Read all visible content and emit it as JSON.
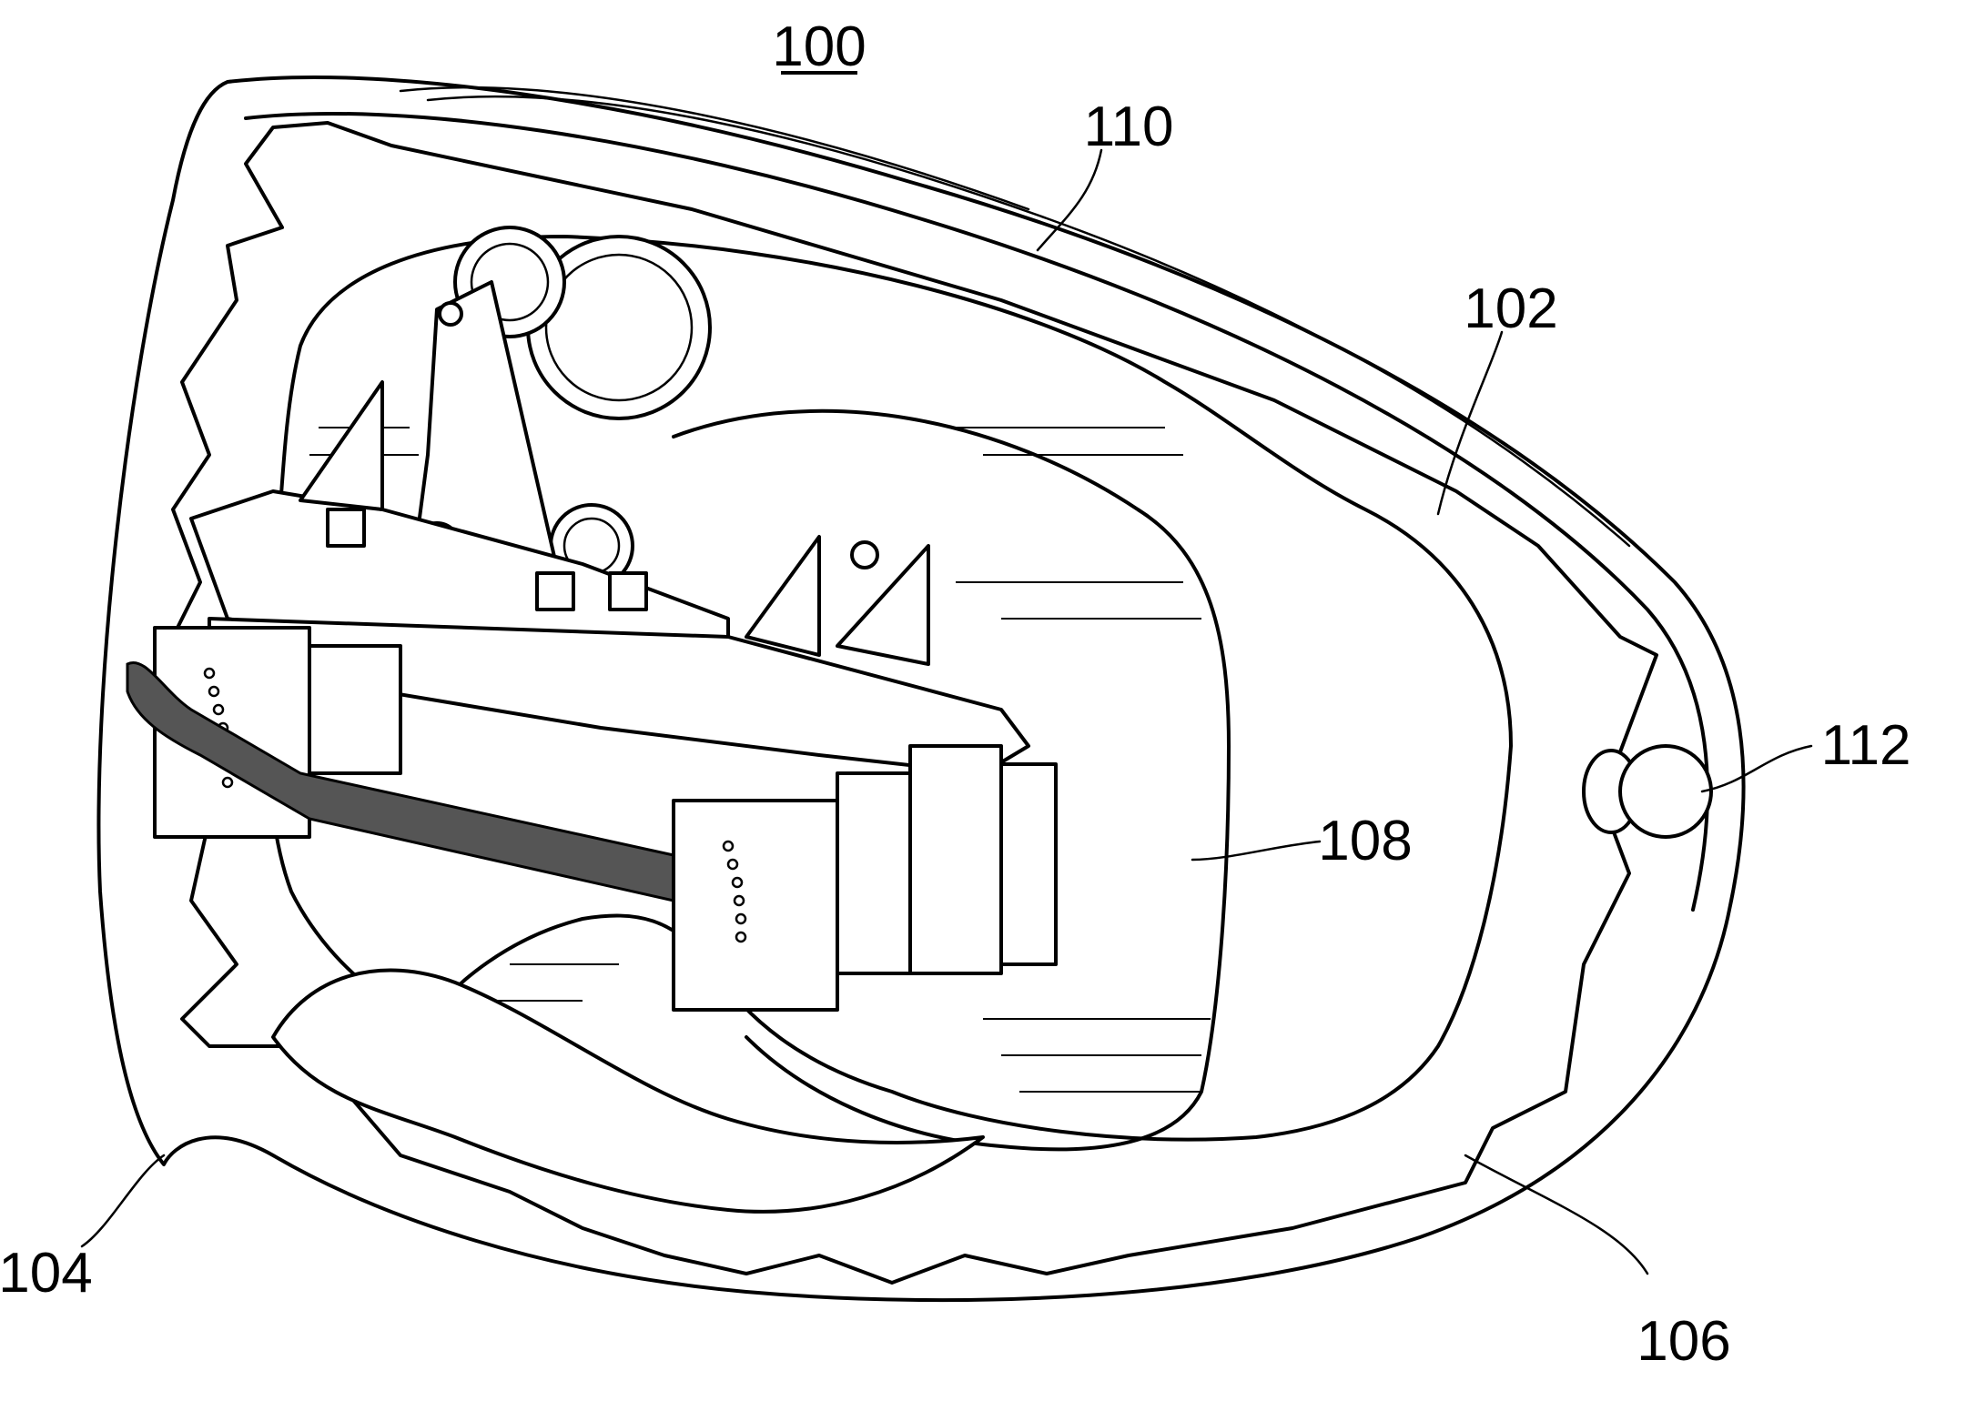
{
  "figure": {
    "title": "100",
    "labels": {
      "housing_outer": "110",
      "housing_inner": "102",
      "strap_edge": "104",
      "lens_rim": "106",
      "display_module": "108",
      "button": "112"
    }
  }
}
